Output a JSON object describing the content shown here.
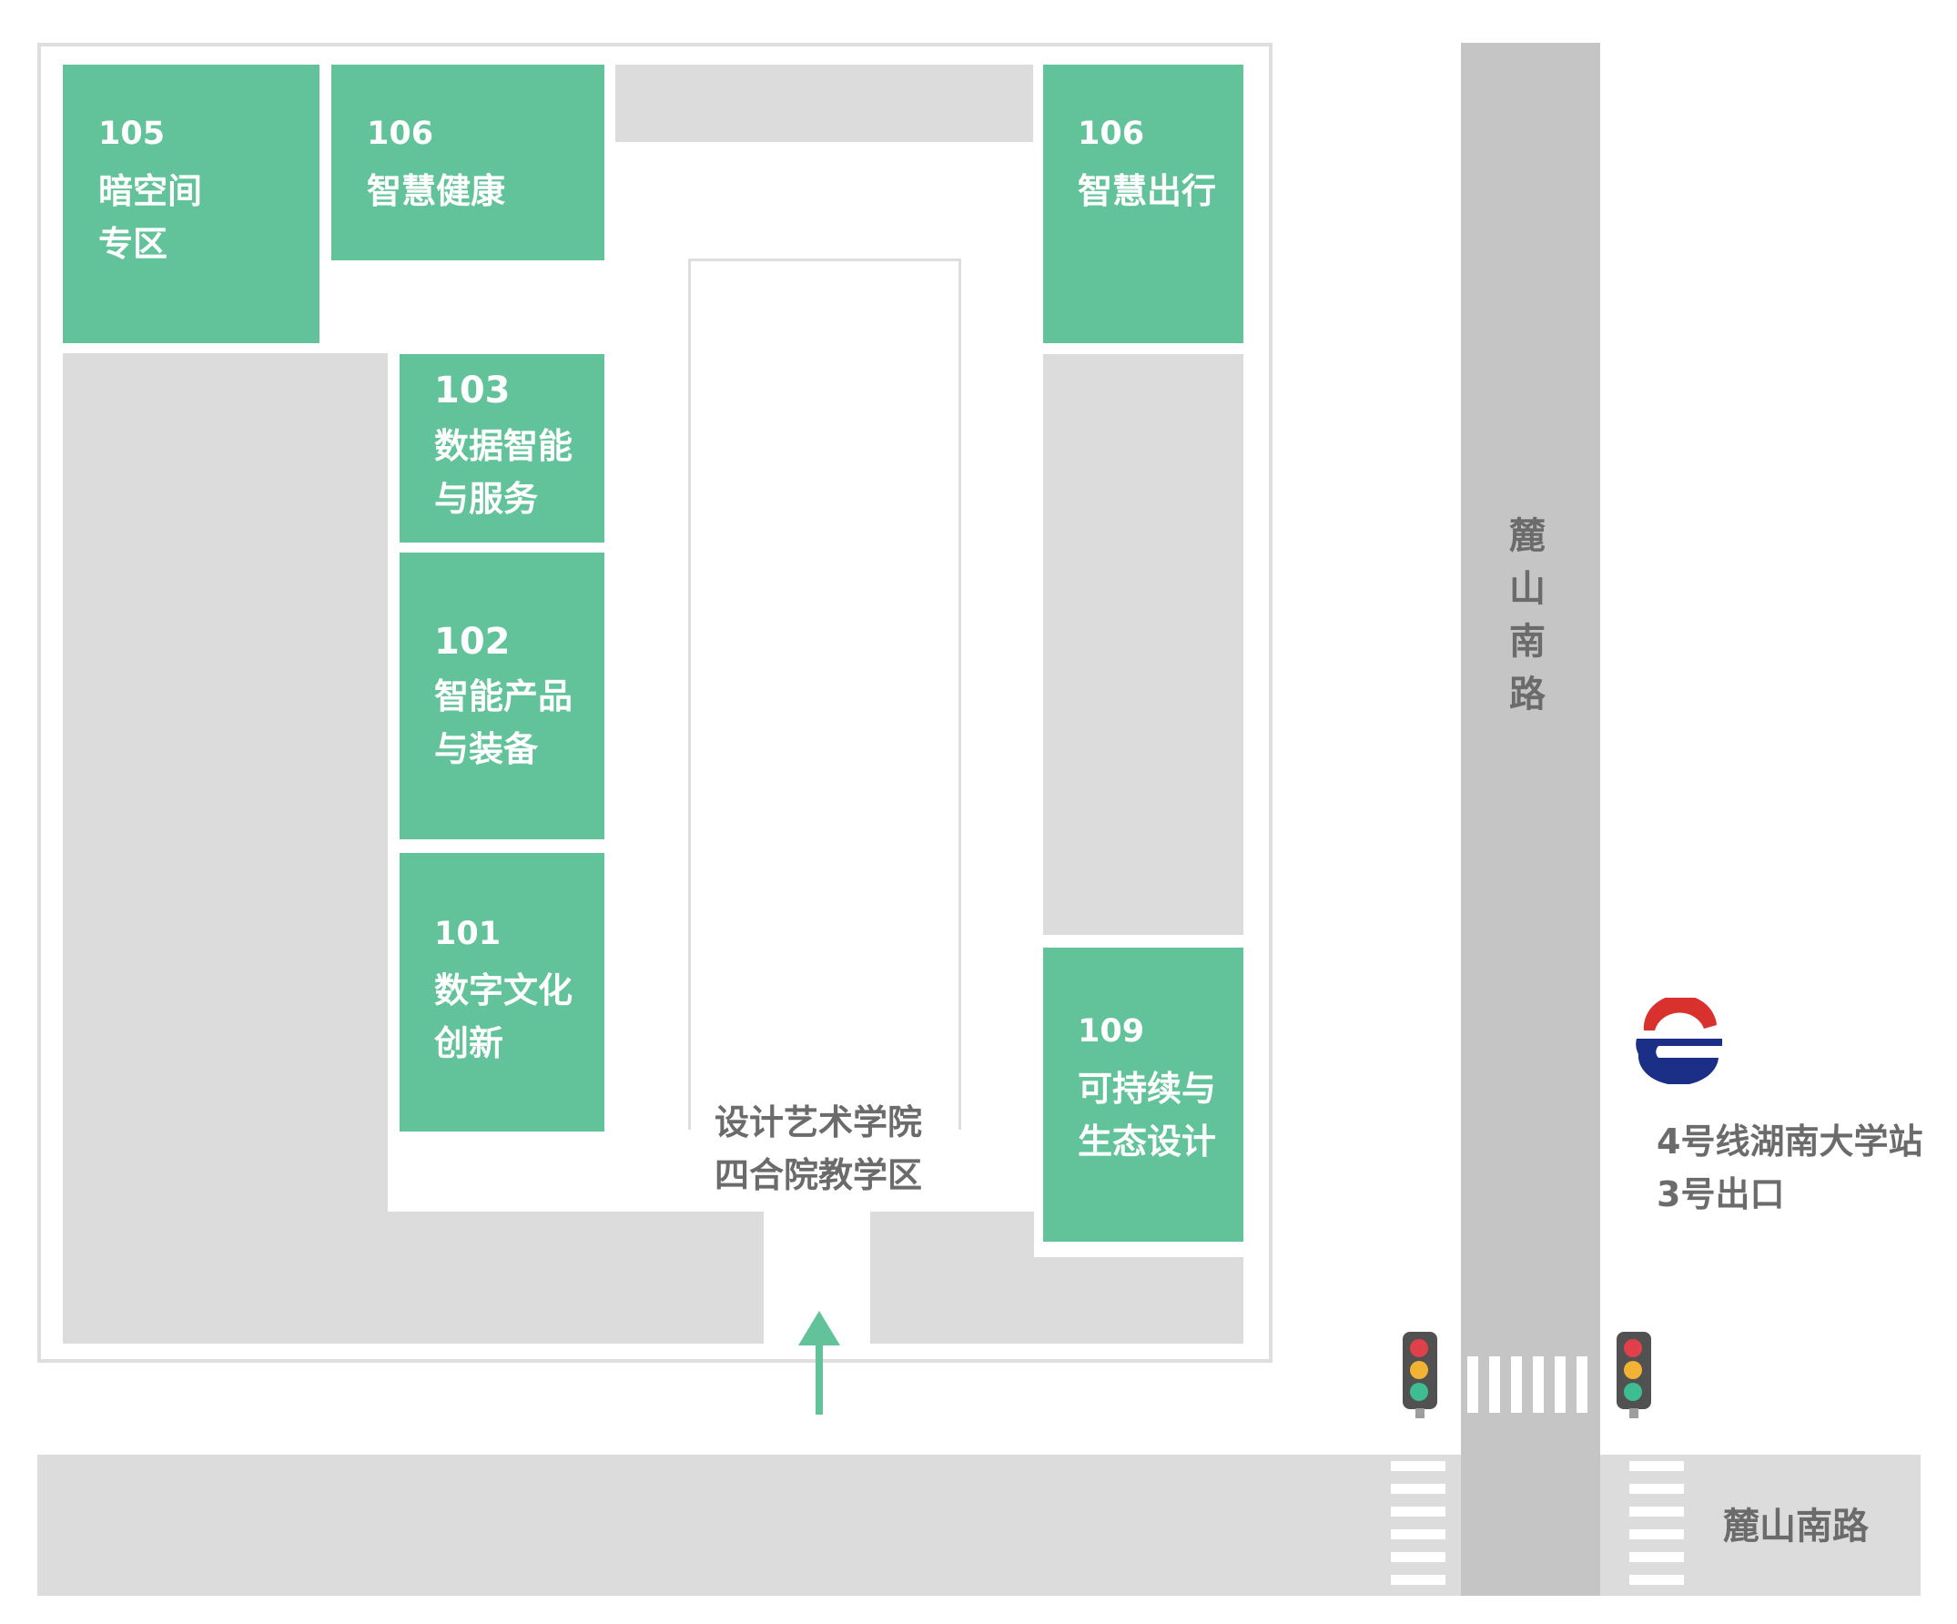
{
  "map": {
    "rooms": {
      "r105": {
        "number": "105",
        "name": "暗空间\n专区"
      },
      "r106a": {
        "number": "106",
        "name": "智慧健康"
      },
      "r106b": {
        "number": "106",
        "name": "智慧出行"
      },
      "r103": {
        "number": "103",
        "name": "数据智能\n与服务"
      },
      "r102": {
        "number": "102",
        "name": "智能产品\n与装备"
      },
      "r101": {
        "number": "101",
        "name": "数字文化\n创新"
      },
      "r109": {
        "number": "109",
        "name": "可持续与\n生态设计"
      }
    },
    "courtyard_label": "设计艺术学院\n四合院教学区",
    "road_vertical_label": "麓\n山\n南\n路",
    "road_horizontal_label": "麓山南路",
    "metro_label": "4号线湖南大学站\n3号出口",
    "icons": {
      "metro": "metro-logo-icon",
      "entrance": "entrance-arrow-icon",
      "traffic_light": "traffic-light-icon"
    },
    "colors": {
      "zone_green": "#62c39a",
      "building_gray": "#dcdcdc",
      "road_gray": "#c5c5c5",
      "metro_red": "#d9312d",
      "metro_blue": "#1c2f87",
      "label_gray": "#6b6b6b"
    }
  }
}
